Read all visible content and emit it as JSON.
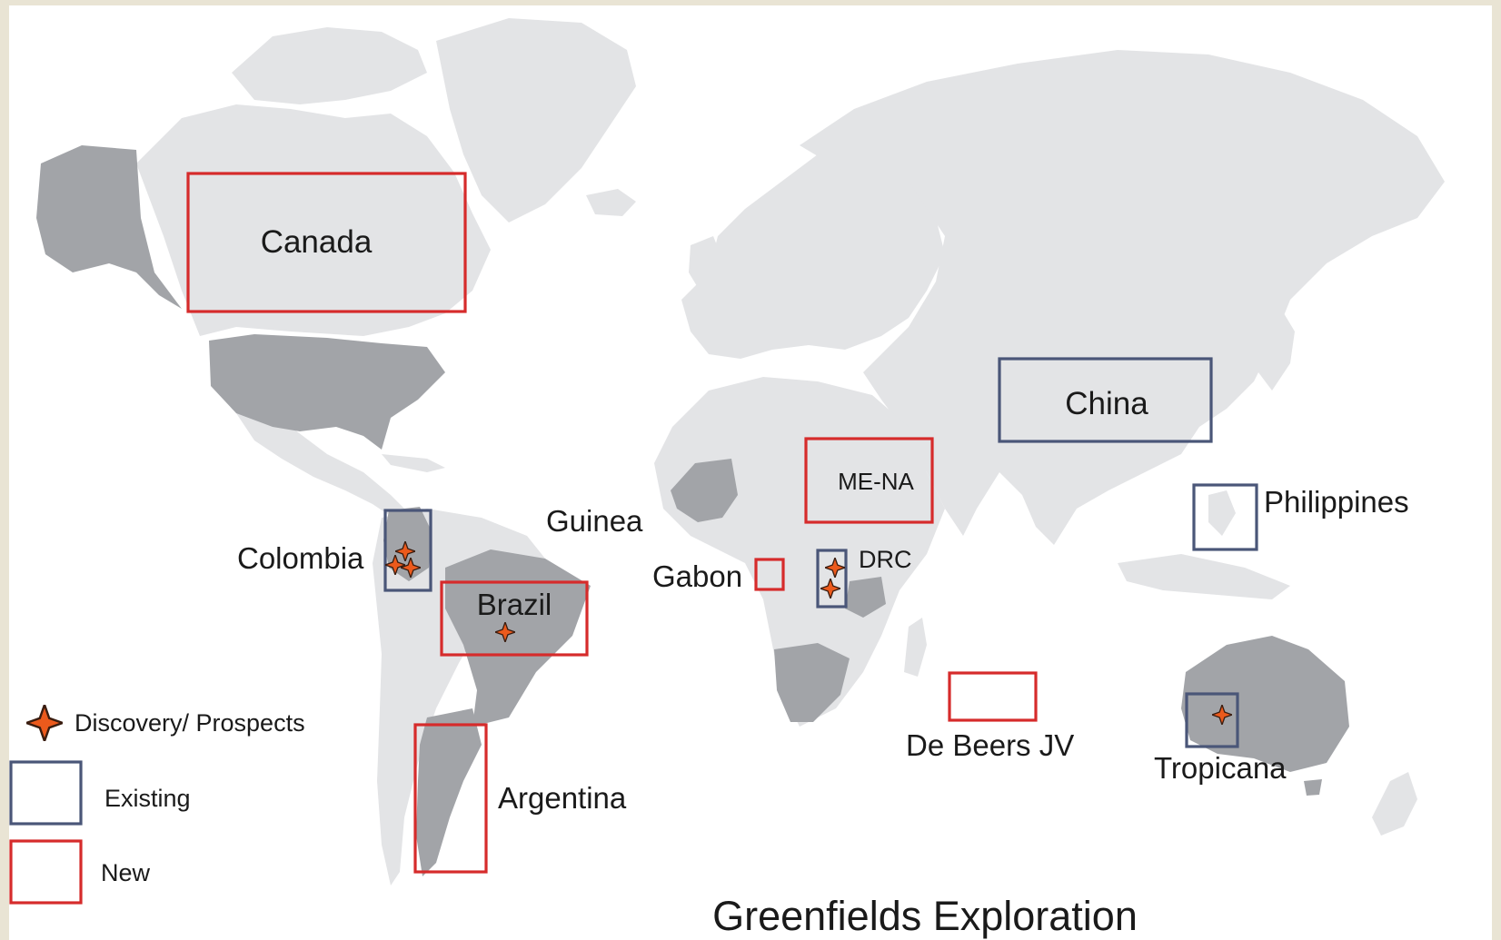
{
  "title": "Greenfields Exploration",
  "colors": {
    "new": "#d62b2b",
    "existing": "#4a5678",
    "star": "#ec5a1c",
    "land_light": "#e3e4e6",
    "land_dark": "#a2a4a8",
    "frame": "#e9e4d4"
  },
  "legend": {
    "discovery_label": "Discovery/ Prospects",
    "existing_label": "Existing",
    "new_label": "New"
  },
  "regions": {
    "canada": {
      "label": "Canada",
      "status": "new"
    },
    "china": {
      "label": "China",
      "status": "existing"
    },
    "mena": {
      "label": "ME-NA",
      "status": "new"
    },
    "philippines": {
      "label": "Philippines",
      "status": "existing"
    },
    "guinea": {
      "label": "Guinea"
    },
    "gabon": {
      "label": "Gabon",
      "status": "new"
    },
    "drc": {
      "label": "DRC",
      "status": "existing"
    },
    "colombia": {
      "label": "Colombia",
      "status": "existing"
    },
    "brazil": {
      "label": "Brazil",
      "status": "new"
    },
    "argentina": {
      "label": "Argentina",
      "status": "new"
    },
    "debeers": {
      "label": "De Beers JV",
      "status": "new"
    },
    "tropicana": {
      "label": "Tropicana",
      "status": "existing"
    }
  }
}
